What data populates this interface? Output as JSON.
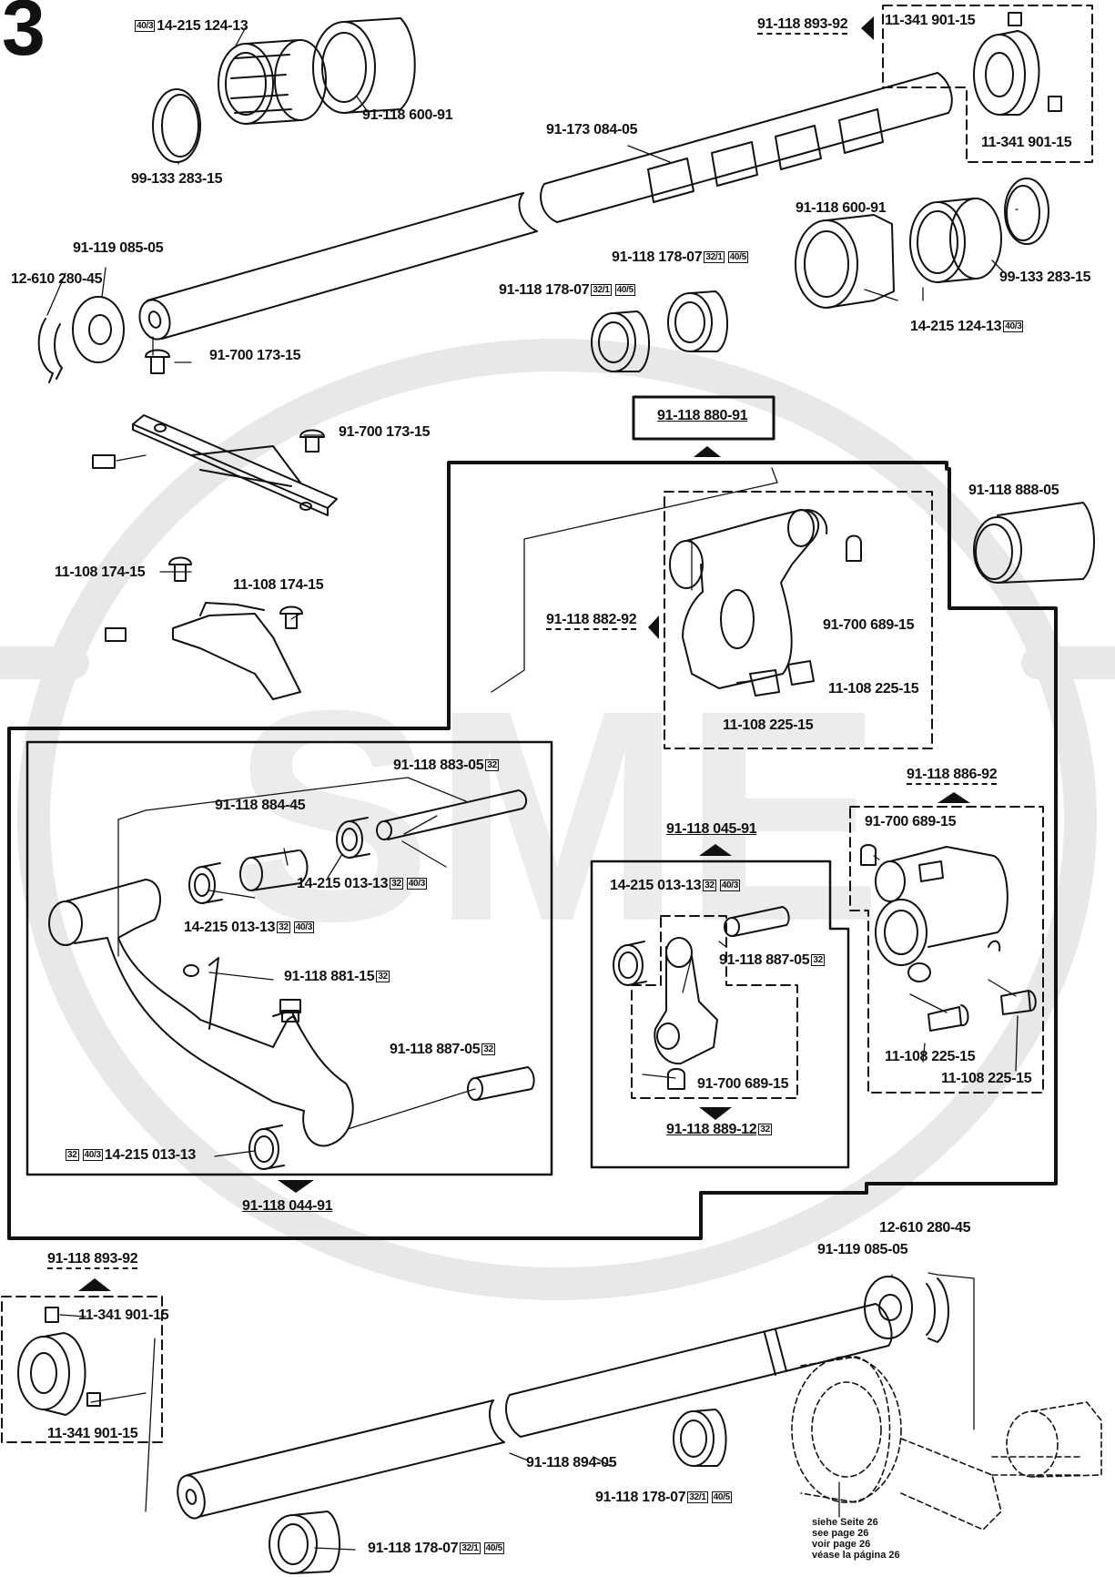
{
  "page_number": "3",
  "watermark_text": "SME",
  "colors": {
    "ink": "#111111",
    "watermark": "#e6e6e6",
    "paper": "#ffffff"
  },
  "labels": {
    "l01": {
      "part": "14-215 124-13",
      "tags": [
        "40/3"
      ]
    },
    "l02": {
      "part": "91-118 600-91",
      "tags": []
    },
    "l03": {
      "part": "99-133 283-15",
      "tags": []
    },
    "l04": {
      "part": "91-173 084-05",
      "tags": []
    },
    "l05": {
      "part": "91-118 893-92",
      "tags": []
    },
    "l06": {
      "part": "11-341 901-15",
      "tags": []
    },
    "l07": {
      "part": "11-341 901-15",
      "tags": []
    },
    "l08": {
      "part": "91-118 600-91",
      "tags": []
    },
    "l09": {
      "part": "99-133 283-15",
      "tags": []
    },
    "l10": {
      "part": "14-215 124-13",
      "tags": [
        "40/3"
      ]
    },
    "l11": {
      "part": "91-118 178-07",
      "tags": [
        "32/1",
        "40/5"
      ]
    },
    "l12": {
      "part": "91-118 178-07",
      "tags": [
        "32/1",
        "40/5"
      ]
    },
    "l13": {
      "part": "91-119 085-05",
      "tags": []
    },
    "l14": {
      "part": "12-610 280-45",
      "tags": []
    },
    "l15": {
      "part": "91-700 173-15",
      "tags": []
    },
    "l16": {
      "part": "91-700 173-15",
      "tags": []
    },
    "l17": {
      "part": "11-108 174-15",
      "tags": []
    },
    "l18": {
      "part": "11-108 174-15",
      "tags": []
    },
    "l19": {
      "part": "91-118 880-91",
      "tags": []
    },
    "l20": {
      "part": "91-118 888-05",
      "tags": []
    },
    "l21": {
      "part": "91-118 882-92",
      "tags": []
    },
    "l22": {
      "part": "91-700 689-15",
      "tags": []
    },
    "l23": {
      "part": "11-108 225-15",
      "tags": []
    },
    "l24": {
      "part": "11-108 225-15",
      "tags": []
    },
    "l25": {
      "part": "91-118 883-05",
      "tags": [
        "32"
      ]
    },
    "l26": {
      "part": "91-118 884-45",
      "tags": []
    },
    "l27": {
      "part": "14-215 013-13",
      "tags": [
        "32",
        "40/3"
      ]
    },
    "l28": {
      "part": "14-215 013-13",
      "tags": [
        "32",
        "40/3"
      ]
    },
    "l29": {
      "part": "91-118 881-15",
      "tags": [
        "32"
      ]
    },
    "l30": {
      "part": "91-118 887-05",
      "tags": [
        "32"
      ]
    },
    "l31": {
      "part": "14-215 013-13",
      "tags": [
        "32",
        "40/3"
      ]
    },
    "l32": {
      "part": "91-118 044-91",
      "tags": []
    },
    "l33": {
      "part": "91-118 045-91",
      "tags": []
    },
    "l34": {
      "part": "14-215 013-13",
      "tags": [
        "32",
        "40/3"
      ]
    },
    "l35": {
      "part": "91-118 887-05",
      "tags": [
        "32"
      ]
    },
    "l36": {
      "part": "91-700 689-15",
      "tags": []
    },
    "l37": {
      "part": "91-118 889-12",
      "tags": [
        "32"
      ]
    },
    "l38": {
      "part": "91-118 886-92",
      "tags": []
    },
    "l39": {
      "part": "91-700 689-15",
      "tags": []
    },
    "l40": {
      "part": "11-108 225-15",
      "tags": []
    },
    "l41": {
      "part": "11-108 225-15",
      "tags": []
    },
    "l42": {
      "part": "91-118 893-92",
      "tags": []
    },
    "l43": {
      "part": "11-341 901-15",
      "tags": []
    },
    "l44": {
      "part": "11-341 901-15",
      "tags": []
    },
    "l45": {
      "part": "12-610 280-45",
      "tags": []
    },
    "l46": {
      "part": "91-119 085-05",
      "tags": []
    },
    "l47": {
      "part": "91-118 894-05",
      "tags": []
    },
    "l48": {
      "part": "91-118 178-07",
      "tags": [
        "32/1",
        "40/5"
      ]
    },
    "l49": {
      "part": "91-118 178-07",
      "tags": [
        "32/1",
        "40/5"
      ]
    }
  },
  "cross_reference": [
    "siehe Seite 26",
    "see page 26",
    "voir page 26",
    "véase la página 26"
  ]
}
